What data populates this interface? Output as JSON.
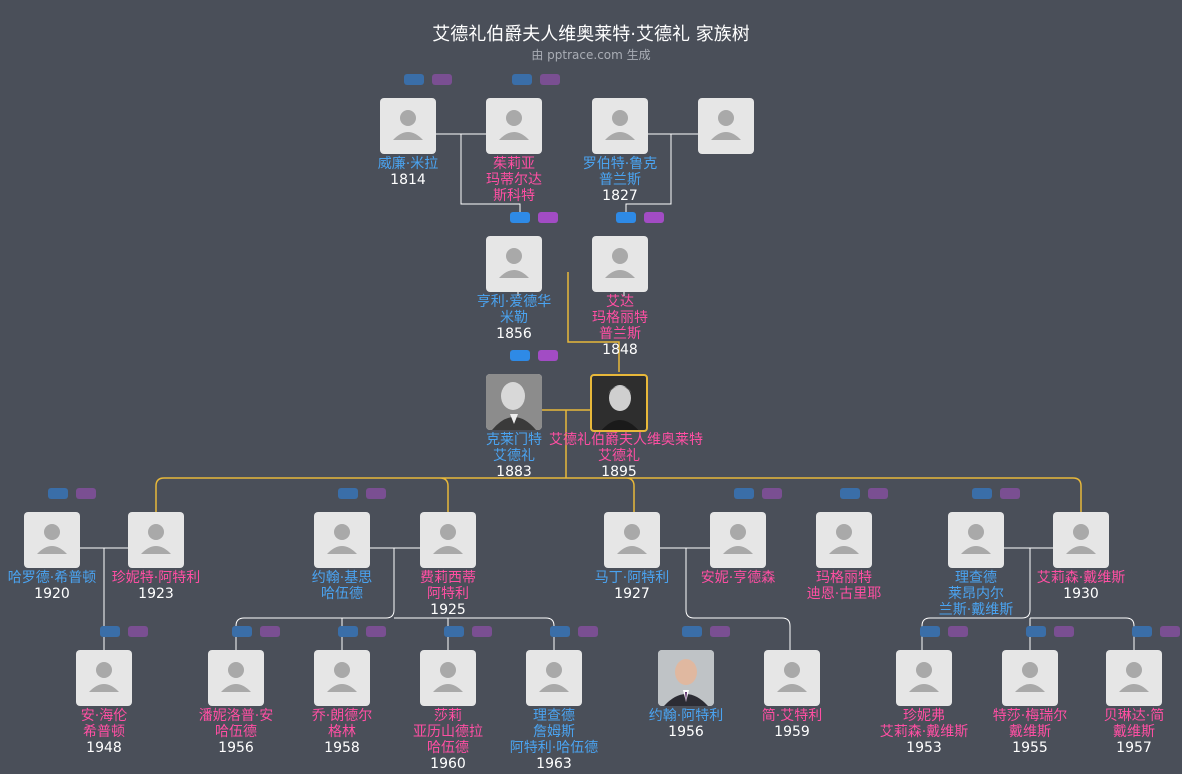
{
  "title": "艾德礼伯爵夫人维奥莱特·艾德礼 家族树",
  "subtitle": "由 pptrace.com 生成",
  "colors": {
    "background": "#4a4f59",
    "male": "#4aa3f0",
    "female": "#ff4fa3",
    "highlight_line": "#e8b83a",
    "line": "#ffffff"
  },
  "people": {
    "william_miller": {
      "name_lines": [
        "威廉·米拉"
      ],
      "year": "1814",
      "gender": "male"
    },
    "julia_martindale": {
      "name_lines": [
        "茱莉亚",
        "玛蒂尔达",
        "斯科特"
      ],
      "year": "",
      "gender": "female"
    },
    "robert_millar_prance": {
      "name_lines": [
        "罗伯特·鲁克",
        "普兰斯"
      ],
      "year": "1827",
      "gender": "male"
    },
    "henry_edward_millar": {
      "name_lines": [
        "亨利·爱德华",
        "米勒"
      ],
      "year": "1856",
      "gender": "male"
    },
    "ada_margaret_prance": {
      "name_lines": [
        "艾达",
        "玛格丽特",
        "普兰斯"
      ],
      "year": "1848",
      "gender": "female"
    },
    "clement_attlee": {
      "name_lines": [
        "克莱门特",
        "艾德礼"
      ],
      "year": "1883",
      "gender": "male"
    },
    "violet_attlee": {
      "name_lines": [
        "艾德礼伯爵夫人维奥莱特",
        "艾德礼"
      ],
      "year": "1895",
      "gender": "female"
    },
    "harold_hampton": {
      "name_lines": [
        "哈罗德·希普顿"
      ],
      "year": "1920",
      "gender": "male"
    },
    "janet_attlee": {
      "name_lines": [
        "珍妮特·阿特利"
      ],
      "year": "1923",
      "gender": "female"
    },
    "john_keith_harwood": {
      "name_lines": [
        "约翰·基思",
        "哈伍德"
      ],
      "year": "",
      "gender": "male"
    },
    "felicity_attlee": {
      "name_lines": [
        "费莉西蒂",
        "阿特利"
      ],
      "year": "1925",
      "gender": "female"
    },
    "martin_attlee": {
      "name_lines": [
        "马丁·阿特利"
      ],
      "year": "1927",
      "gender": "male"
    },
    "anne_henderson": {
      "name_lines": [
        "安妮·亨德森"
      ],
      "year": "",
      "gender": "female"
    },
    "margaret_gouriet": {
      "name_lines": [
        "玛格丽特",
        "迪恩·古里耶"
      ],
      "year": "",
      "gender": "female"
    },
    "richard_davis": {
      "name_lines": [
        "理查德",
        "莱昂内尔",
        "兰斯·戴维斯"
      ],
      "year": "",
      "gender": "male"
    },
    "alison_davis": {
      "name_lines": [
        "艾莉森·戴维斯"
      ],
      "year": "1930",
      "gender": "female"
    },
    "anne_hampton": {
      "name_lines": [
        "安·海伦",
        "希普顿"
      ],
      "year": "1948",
      "gender": "female"
    },
    "jenny_ann_harwood": {
      "name_lines": [
        "潘妮洛普·安",
        "哈伍德"
      ],
      "year": "1956",
      "gender": "female"
    },
    "jo_harwood": {
      "name_lines": [
        "乔·朗德尔",
        "格林"
      ],
      "year": "1958",
      "gender": "female"
    },
    "sally_harwood": {
      "name_lines": [
        "莎莉",
        "亚历山德拉",
        "哈伍德"
      ],
      "year": "1960",
      "gender": "female"
    },
    "richard_harwood": {
      "name_lines": [
        "理查德",
        "詹姆斯",
        "阿特利·哈伍德"
      ],
      "year": "1963",
      "gender": "male"
    },
    "john_attlee": {
      "name_lines": [
        "约翰·阿特利"
      ],
      "year": "1956",
      "gender": "male"
    },
    "jane_attlee": {
      "name_lines": [
        "简·艾特利"
      ],
      "year": "1959",
      "gender": "female"
    },
    "jennifer_davis": {
      "name_lines": [
        "珍妮弗",
        "艾莉森·戴维斯"
      ],
      "year": "1953",
      "gender": "female"
    },
    "teresa_davis": {
      "name_lines": [
        "特莎·梅瑞尔",
        "戴维斯"
      ],
      "year": "1955",
      "gender": "female"
    },
    "belinda_davis": {
      "name_lines": [
        "贝琳达·简",
        "戴维斯"
      ],
      "year": "1957",
      "gender": "female"
    }
  }
}
